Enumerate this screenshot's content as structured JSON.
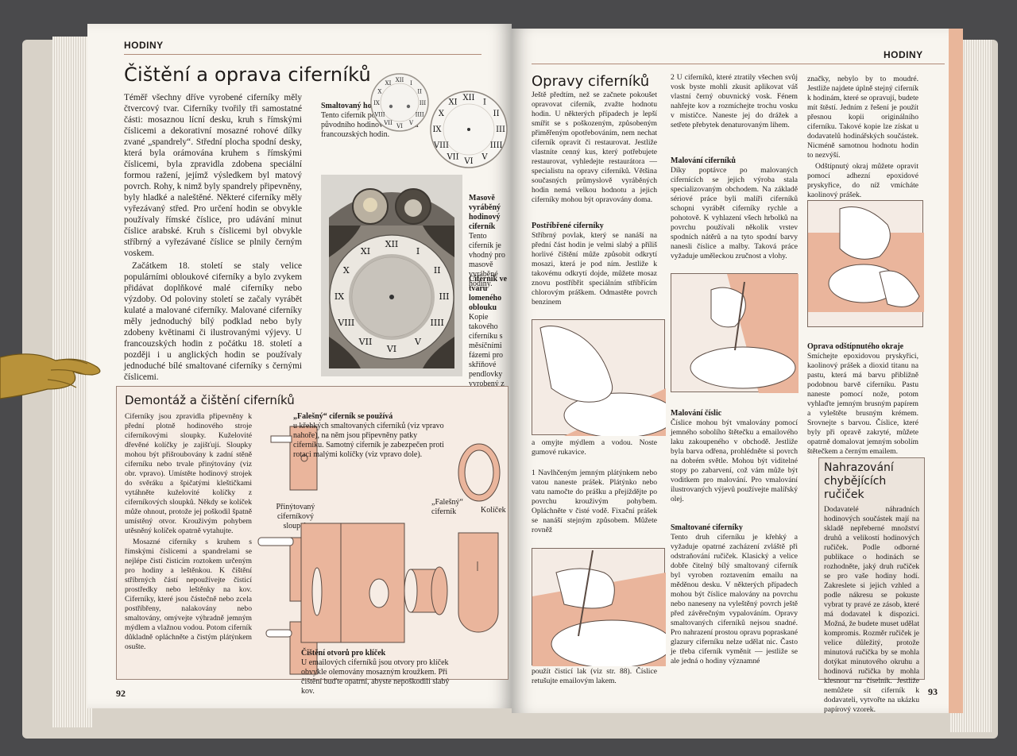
{
  "left_page": {
    "running_head": "HODINY",
    "title": "Čištění a oprava ciferníků",
    "body": [
      "Téměř všechny dříve vyrobené ciferníky měly čtvercový tvar. Ciferníky tvořily tři samostatné části: mosaznou lícní desku, kruh s římskými číslicemi a dekorativní mosazné rohové dílky zvané „spandrely“. Střední plocha spodní desky, která byla orámována kruhem s římskými číslicemi, byla zpravidla zdobena speciální formou ražení, jejímž výsledkem byl matový povrch. Rohy, k nimž byly spandrely připevněny, byly hladké a naleštěné. Některé ciferníky měly vyřezávaný střed. Pro určení hodin se obvykle používaly římské číslice, pro udávání minut číslice arabské. Kruh s číslicemi byl obvykle stříbrný a vyřezávané číslice se plnily černým voskem.",
      "Začátkem 18. století se staly velice populárními obloukové ciferníky a bylo zvykem přidávat doplňkové malé ciferníky nebo výzdoby. Od poloviny století se začaly vyrábět kulaté a malované ciferníky. Malované ciferníky měly jednoduchý bílý podklad nebo byly zdobeny květinami či ilustrovanými výjevy. U francouzských hodin z počátku 18. století a později i u anglických hodin se používaly jednoduché bílé smaltované ciferníky s černými číslicemi."
    ],
    "caption_enamel": {
      "heading": "Smaltovaný hodinový ciferník",
      "text": "Tento ciferník pochází z původního hodinového strojku francouzských hodin."
    },
    "caption_brass": {
      "heading": "Masově vyráběný hodinový ciferník",
      "text": "Tento ciferník je vhodný pro masově vyráběné hodiny."
    },
    "caption_arch": {
      "heading": "Ciferník ve tvaru lomeného oblouku",
      "text": "Kopie takového ciferníku s měsíčními fázemi pro skříňové pendlovky vyrobený z mosazi."
    },
    "box": {
      "title": "Demontáž a čištění ciferníků",
      "text": [
        "Ciferníky jsou zpravidla připevněny k přední plotně hodinového stroje ciferníkovými sloupky. Kuželovité dřevěné kolíčky je zajišťují. Sloupky mohou být přišroubovány k zadní stěně ciferníku nebo trvale přinýtovány (viz obr. vpravo). Umístěte hodinový strojek do svěráku a špičatými kleštičkami vytáhněte kuželovité kolíčky z ciferníkových sloupků. Někdy se kolíček může ohnout, protože jej poškodil špatně umístěný otvor. Krouživým pohybem utěsněný kolíček opatrně vytahujte.",
        "Mosazné ciferníky s kruhem s římskými číslicemi a spandrelami se nejlépe čistí čisticím roztokem určeným pro hodiny a leštěnkou. K čištění stříbrných částí nepoužívejte čisticí prostředky nebo leštěnky na kov. Ciferníky, které jsou částečně nebo zcela postříbřeny, nalakovány nebo smaltovány, omývejte výhradně jemným mýdlem a vlažnou vodou. Potom ciferník důkladně opláchněte a čistým plátýnkem osušte."
      ],
      "false_dial_heading": "„Falešný“ ciferník se používá",
      "false_dial_text": "u křehkých smaltovaných ciferníků (viz vpravo nahoře), na něm jsou připevněny patky ciferníku. Samotný ciferník je zabezpečen proti rotaci malými kolíčky (viz vpravo dole).",
      "holes_heading": "Čištění otvorů pro klíček",
      "holes_text": "U emailových ciferníků jsou otvory pro klíček obvykle olemovány mosazným kroužkem. Při čištění buďte opatrní, abyste nepoškodili slabý kov.",
      "label_post": "Přinýtovaný ciferníkový sloupek",
      "label_false": "„Falešný“ ciferník",
      "label_pin": "Kolíček"
    },
    "page_number": "92"
  },
  "right_page": {
    "running_head": "HODINY",
    "title": "Opravy ciferníků",
    "intro": "Ještě předtím, než se začnete pokoušet opravovat ciferník, zvažte hodnotu hodin. U některých případech je lepší smířit se s poškozeným, způsobeným přiměřeným opotřebováním, nem nechat ciferník opravit či restaurovat. Jestliže vlastníte cenný kus, který potřebujete restaurovat, vyhledejte restaurátora — specialistu na opravy ciferníků. Většina současných průmyslově vyráběných hodin nemá velkou hodnotu a jejich ciferníky mohou být opravovány doma.",
    "silver_heading": "Postříbřené ciferníky",
    "silver_text": "Stříbrný povlak, který se nanáší na přední část hodin je velmi slabý a příliš horlivé čištění může způsobit odkrytí mosazi, která je pod ním. Jestliže k takovému odkrytí dojde, můžete mosaz znovu postříbřit speciálním stříbřícím chlorovým práškem. Odmastěte povrch benzinem",
    "silver_cont": "a omyjte mýdlem a vodou. Noste gumové rukavice.",
    "step1": "1 Navlhčeným jemným plátýnkem nebo vatou naneste prášek. Plátýnko nebo vatu namočte do prášku a přejíždějte po povrchu krouživým pohybem. Opláchněte v čisté vodě. Fixační prášek se nanáší stejným způsobem. Můžete rovněž",
    "step1_cont": "použít čisticí lak (viz str. 88). Číslice retušujte emailovým lakem.",
    "step2": "2 U ciferníků, které ztratily všechen svůj vosk byste mohli zkusit aplikovat váš vlastní černý obuvnický vosk. Fénem nahřejte kov a rozmíchejte trochu vosku v mističce. Naneste jej do drážek a setřete přebytek denaturovaným lihem.",
    "painted_heading": "Malování ciferníků",
    "painted_text": "Díky poptávce po malovaných cifernících se jejich výroba stala specializovaným obchodem. Na základě sériové práce byli malíři ciferníků schopni vyrábět ciferníky rychle a pohotově. K vyhlazení všech hrbolků na povrchu používali několik vrstev spodních nátěrů a na tyto spodní barvy nanesli číslice a malby. Taková práce vyžaduje uměleckou zručnost a vlohy.",
    "numbers_heading": "Malování číslic",
    "numbers_text": "Číslice mohou být vmalovány pomocí jemného sobolího štětečku a emailového laku zakoupeného v obchodě. Jestliže byla barva odřena, prohlédněte si povrch na dobrém světle. Mohou být viditelné stopy po zabarvení, což vám může být voditkem pro malování. Pro vmalování ilustrovaných výjevů používejte malířský olej.",
    "enamel_heading": "Smaltované ciferníky",
    "enamel_text": "Tento druh ciferníku je křehký a vyžaduje opatrné zacházení zvláště při odstraňování ručiček. Klasický a velice dobře čitelný bílý smaltovaný ciferník byl vyroben roztavením emailu na měděnou desku. V některých případech mohou být číslice malovány na povrchu nebo naneseny na vyleštěný povrch ještě před závěrečným vypalováním. Opravy smaltovaných ciferníků nejsou snadné. Pro nahrazení prostou opravu popraskané glazury ciferníku nelze udělat nic. Často je třeba ciferník vyměnit — jestliže se ale jedná o hodiny významné",
    "col3_top": "značky, nebylo by to moudré. Jestliže najdete úplně stejný ciferník k hodinám, které se opravují, budete mít štěstí. Jedním z řešení je použít přesnou kopii originálního ciferníku. Takové kopie lze získat u dodavatelů hodinářských součástek. Nicméně samotnou hodnotu hodin to nezvýší.",
    "col3_para2": "Odštípnutý okraj můžete opravit pomocí adhezní epoxidové pryskyřice, do níž vmícháte kaolinový prášek.",
    "chip_heading": "Oprava odštípnutého okraje",
    "chip_text": "Smíchejte epoxidovou pryskyřici, kaolinový prášek a dioxid titanu na pastu, která má barvu přibližně podobnou barvě ciferníku. Pastu naneste pomocí nože, potom vyhlaďte jemným brusným papírem a vyleštěte brusným krémem. Srovnejte s barvou. Číslice, které byly při opravě zakryté, můžete opatrně domalovat jemným sobolím štětečkem a černým emailem.",
    "sidebox_title": "Nahrazování chybějících ručiček",
    "sidebox_text": "Dodavatelé náhradních hodinových součástek mají na skladě nepřeberné množství druhů a velikostí hodinových ručiček. Podle odborné publikace o hodinách se rozhodněte, jaký druh ručiček se pro vaše hodiny hodí. Zakreslete si jejich vzhled a podle nákresu se pokuste vybrat ty pravé ze zásob, které má dodavatel k dispozici. Možná, že budete muset udělat kompromis. Rozměr ručiček je velice důležitý, protože minutová ručička by se mohla dotýkat minutového okruhu a hodinová ručička by mohla klesnout na číselník. Jestliže nemůžete sít ciferník k dodavateli, vytvořte na ukázku papírový vzorek.",
    "page_number": "93"
  },
  "roman_numerals": [
    "XII",
    "I",
    "II",
    "III",
    "IIII",
    "V",
    "VI",
    "VII",
    "VIII",
    "IX",
    "X",
    "XI"
  ],
  "colors": {
    "accent_peach": "#eab59c",
    "box_bg": "#f6ece4",
    "paper": "#f8f5ef"
  }
}
